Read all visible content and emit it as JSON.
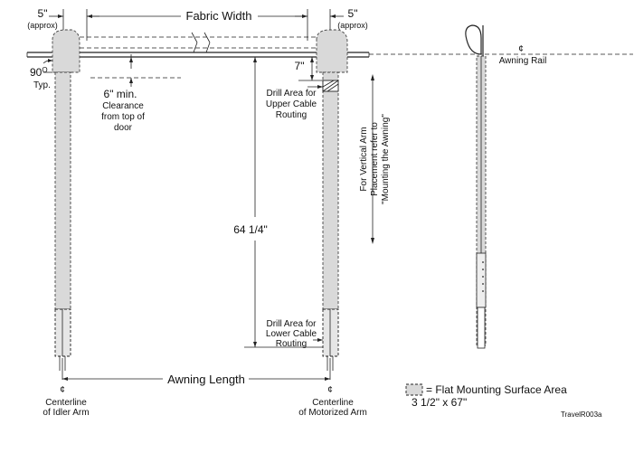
{
  "labels": {
    "left_offset": "5\"",
    "left_offset_note": "(approx)",
    "fabric_width": "Fabric Width",
    "right_offset": "5\"",
    "right_offset_note": "(approx)",
    "angle": "90",
    "angle_sup": "O",
    "angle_note": "Typ.",
    "clearance_value": "6\" min.",
    "clearance_line1": "Clearance",
    "clearance_line2": "from top of",
    "clearance_line3": "door",
    "upper_gap": "7\"",
    "drill_upper_1": "Drill Area for",
    "drill_upper_2": "Upper Cable",
    "drill_upper_3": "Routing",
    "height": "64 1/4\"",
    "drill_lower_1": "Drill Area for",
    "drill_lower_2": "Lower Cable",
    "drill_lower_3": "Routing",
    "awning_length": "Awning Length",
    "centerline_idler_1": "Centerline",
    "centerline_idler_2": "of Idler Arm",
    "centerline_motor_1": "Centerline",
    "centerline_motor_2": "of Motorized Arm",
    "vertical_note_1": "For Vertical Arm",
    "vertical_note_2": "Placement refer to",
    "vertical_note_3": "\"Mounting the Awning\"",
    "awning_rail": "Awning Rail",
    "cl_symbol": "¢",
    "legend_text": "= Flat Mounting Surface Area",
    "legend_dims": "3 1/2\" x 67\"",
    "figure_id": "TravelR003a"
  }
}
